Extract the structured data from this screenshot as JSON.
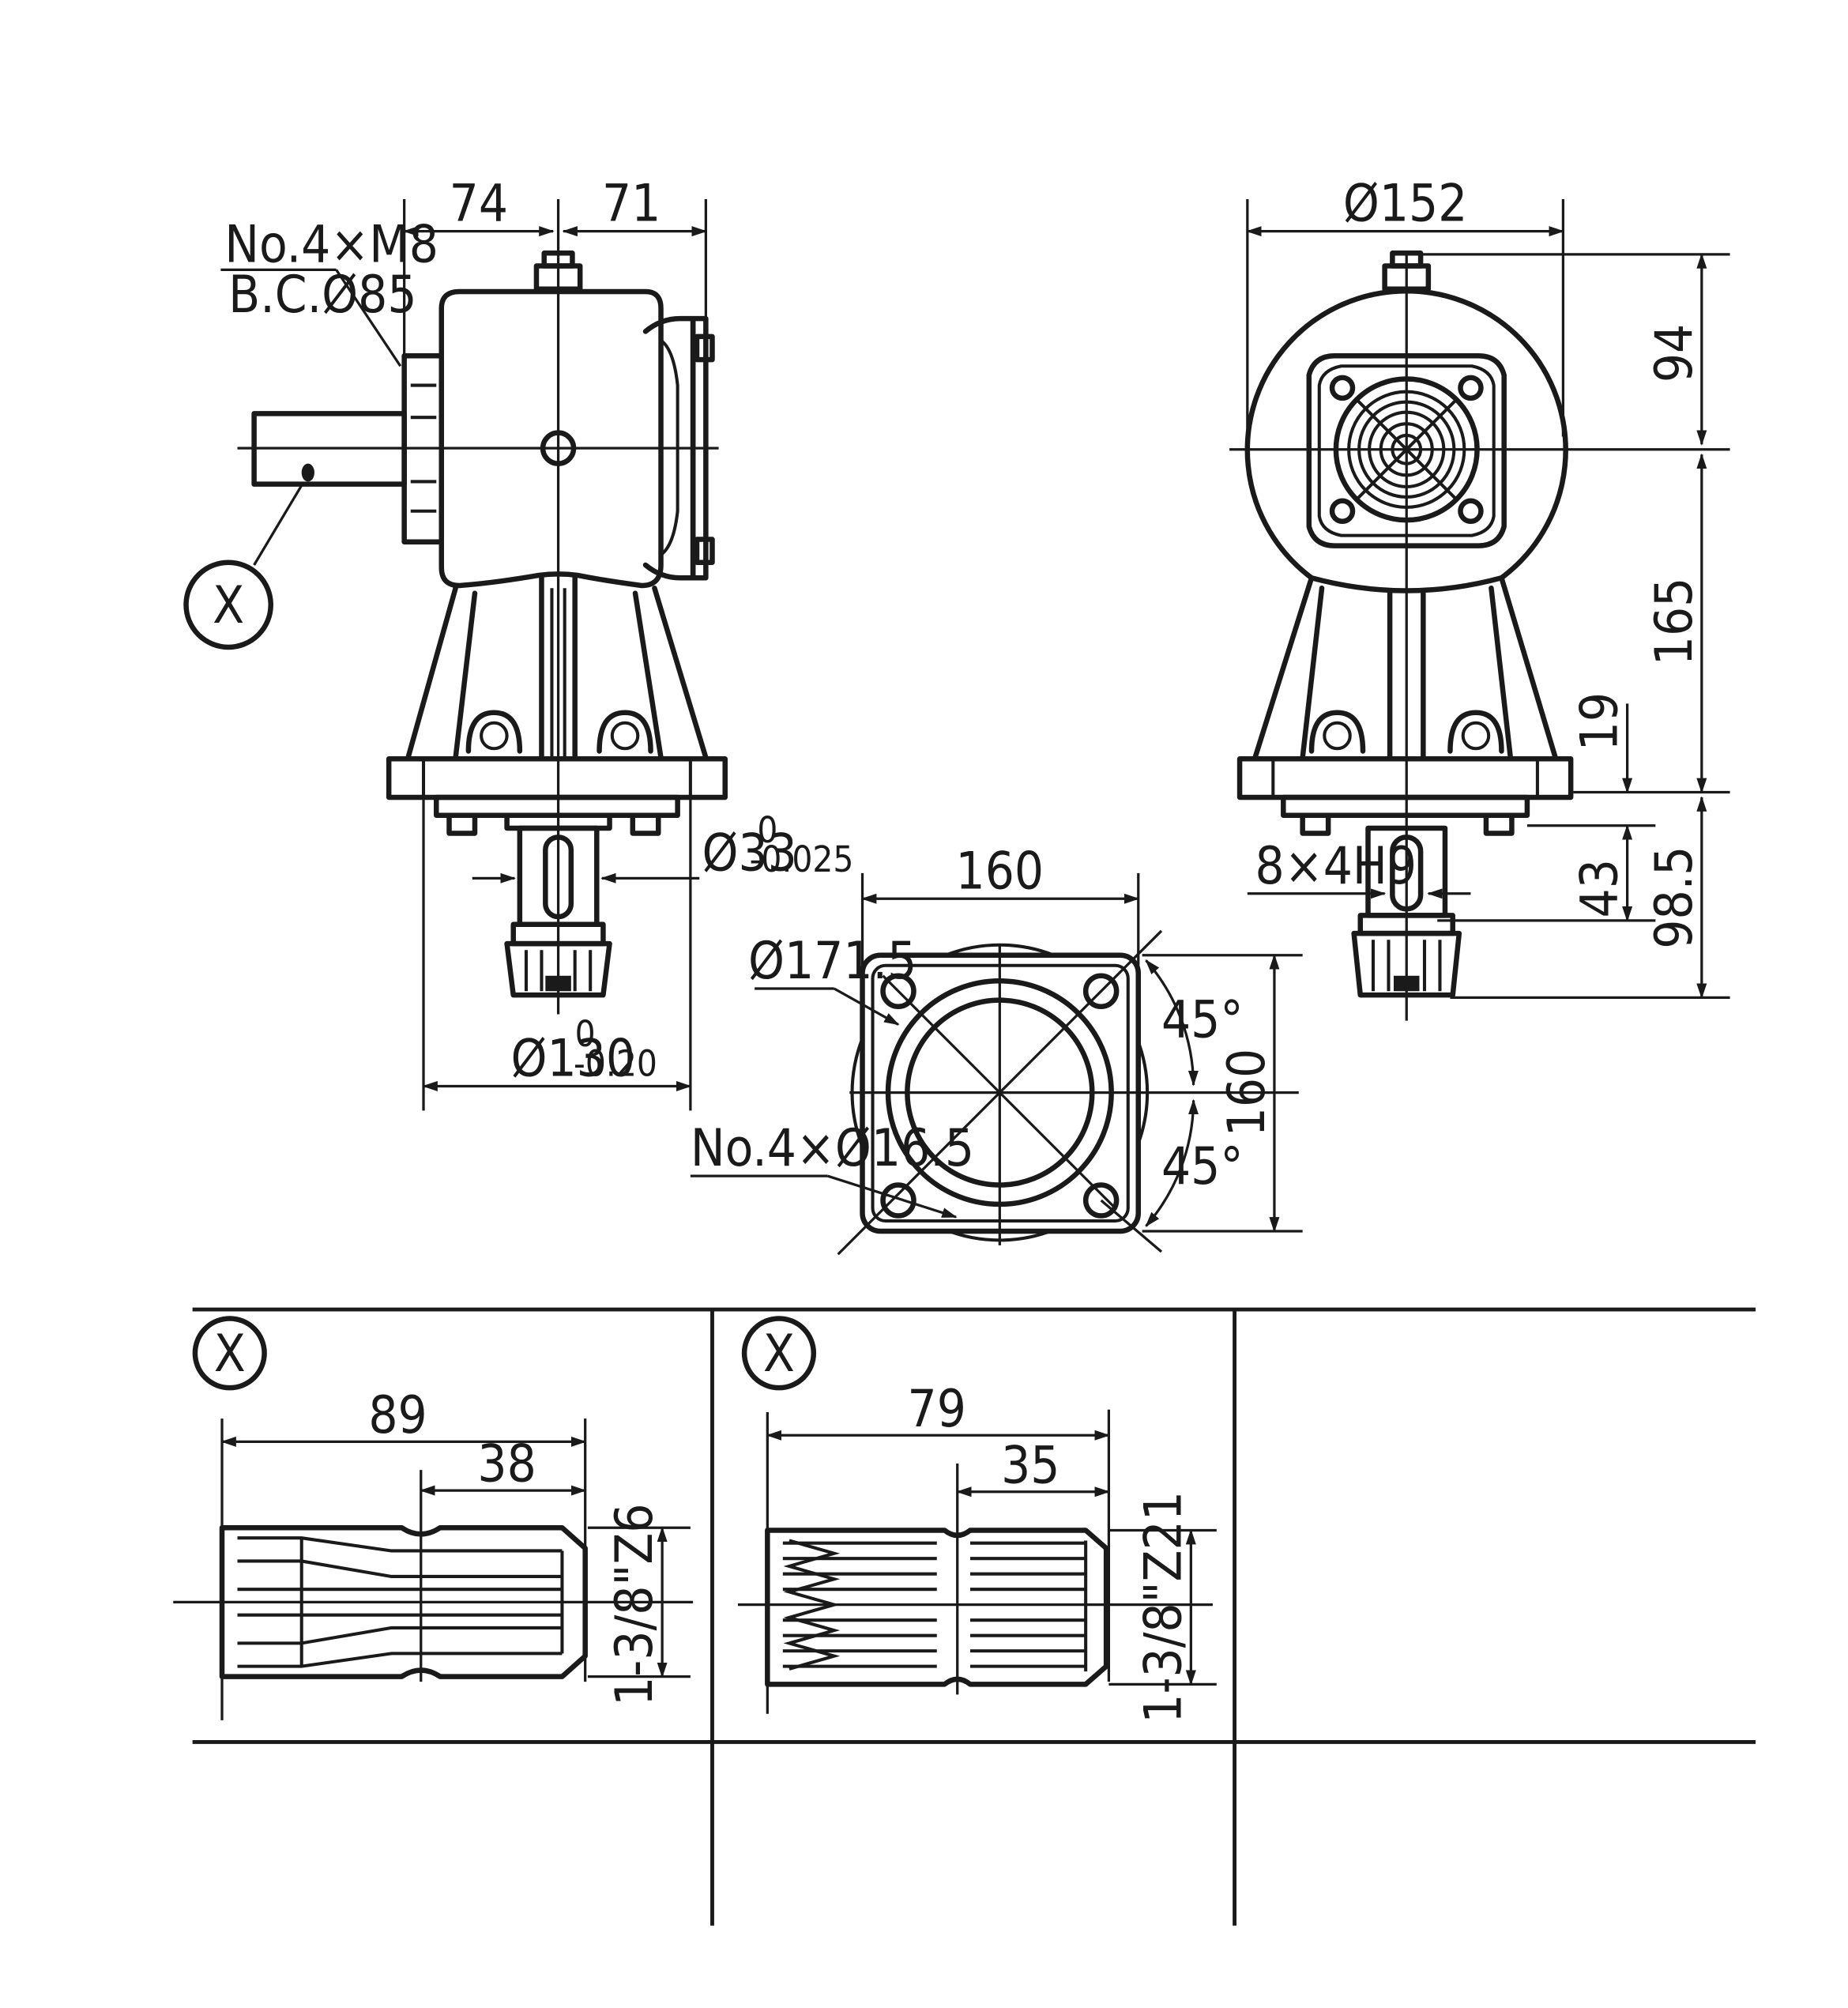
{
  "side_view": {
    "dim_left": "74",
    "dim_right": "71",
    "thread_note_line1": "No.4×M8",
    "thread_note_line2": "B.C.Ø85",
    "detail_marker": "X",
    "shaft_dia": "Ø33",
    "shaft_dia_tol_upper": "0",
    "shaft_dia_tol_lower": "-0.025",
    "pilot_dia": "Ø130",
    "pilot_dia_tol_upper": "0",
    "pilot_dia_tol_lower": "-0.20"
  },
  "front_view": {
    "housing_dia": "Ø152",
    "dim_94": "94",
    "dim_165": "165",
    "dim_19": "19",
    "dim_43": "43",
    "dim_98_5": "98.5",
    "key_note": "8×4H9"
  },
  "flange_view": {
    "width": "160",
    "height": "160",
    "circle_dia": "Ø171.5",
    "angle_top": "45°",
    "angle_bottom": "45°",
    "holes_note": "No.4×Ø16.5"
  },
  "detail_z6": {
    "marker": "X",
    "length_total": "89",
    "length_partial": "38",
    "spline_spec": "1-3/8\"Z6"
  },
  "detail_z21": {
    "marker": "X",
    "length_total": "79",
    "length_partial": "35",
    "spline_spec": "1-3/8\"Z21"
  }
}
